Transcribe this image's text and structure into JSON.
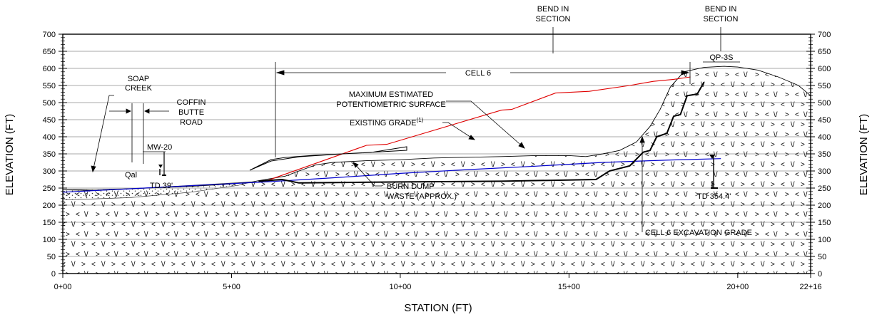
{
  "colors": {
    "background": "#ffffff",
    "grid": "#555555",
    "excavation_grade": "#000000",
    "potentiometric_surface": "#0000cc",
    "max_estimated_potentiometric_surface": "#e00000",
    "bedrock_hatch": "#19c819",
    "alluvium_dots": "#333333"
  },
  "chart_data": {
    "type": "cross-section",
    "xlabel": "STATION (FT)",
    "ylabel_left": "ELEVATION (FT)",
    "ylabel_right": "ELEVATION (FT)",
    "x_range_ft": [
      0,
      2216
    ],
    "y_range_ft": [
      0,
      700
    ],
    "x_ticks": [
      {
        "value": 0,
        "label": "0+00"
      },
      {
        "value": 500,
        "label": "5+00"
      },
      {
        "value": 1000,
        "label": "10+00"
      },
      {
        "value": 1500,
        "label": "15+00"
      },
      {
        "value": 2000,
        "label": "20+00"
      },
      {
        "value": 2216,
        "label": "22+16"
      }
    ],
    "y_ticks": [
      {
        "value": 0,
        "label": "0"
      },
      {
        "value": 50,
        "label": "50"
      },
      {
        "value": 100,
        "label": "100"
      },
      {
        "value": 150,
        "label": "150"
      },
      {
        "value": 200,
        "label": "200"
      },
      {
        "value": 250,
        "label": "250"
      },
      {
        "value": 300,
        "label": "300"
      },
      {
        "value": 350,
        "label": "350"
      },
      {
        "value": 400,
        "label": "400"
      },
      {
        "value": 450,
        "label": "450"
      },
      {
        "value": 500,
        "label": "500"
      },
      {
        "value": 550,
        "label": "550"
      },
      {
        "value": 600,
        "label": "600"
      },
      {
        "value": 650,
        "label": "650"
      },
      {
        "value": 700,
        "label": "700"
      }
    ],
    "grid": true,
    "series": [
      {
        "key": "existing_grade",
        "points": [
          [
            0,
            245
          ],
          [
            100,
            243
          ],
          [
            200,
            248
          ],
          [
            300,
            252
          ],
          [
            400,
            256
          ],
          [
            500,
            262
          ],
          [
            560,
            268
          ],
          [
            600,
            275
          ],
          [
            660,
            285
          ],
          [
            700,
            300
          ],
          [
            750,
            318
          ],
          [
            800,
            325
          ],
          [
            900,
            330
          ],
          [
            1000,
            333
          ],
          [
            1100,
            338
          ],
          [
            1200,
            340
          ],
          [
            1300,
            342
          ],
          [
            1400,
            345
          ],
          [
            1500,
            345
          ],
          [
            1550,
            342
          ],
          [
            1600,
            350
          ],
          [
            1650,
            360
          ],
          [
            1700,
            385
          ],
          [
            1740,
            430
          ],
          [
            1770,
            480
          ],
          [
            1800,
            545
          ],
          [
            1840,
            590
          ],
          [
            1900,
            603
          ],
          [
            1960,
            606
          ],
          [
            2000,
            604
          ],
          [
            2060,
            595
          ],
          [
            2120,
            575
          ],
          [
            2180,
            550
          ],
          [
            2216,
            520
          ]
        ]
      },
      {
        "key": "max_estimated_potentiometric_surface",
        "points": [
          [
            600,
            270
          ],
          [
            900,
            375
          ],
          [
            960,
            378
          ],
          [
            1300,
            478
          ],
          [
            1330,
            480
          ],
          [
            1460,
            528
          ],
          [
            1560,
            533
          ],
          [
            1680,
            550
          ],
          [
            1750,
            562
          ],
          [
            1810,
            568
          ],
          [
            1860,
            575
          ]
        ]
      },
      {
        "key": "potentiometric_surface",
        "points": [
          [
            0,
            238
          ],
          [
            200,
            248
          ],
          [
            400,
            258
          ],
          [
            600,
            268
          ],
          [
            800,
            280
          ],
          [
            1000,
            293
          ],
          [
            1200,
            304
          ],
          [
            1400,
            314
          ],
          [
            1600,
            325
          ],
          [
            1800,
            332
          ],
          [
            1950,
            336
          ]
        ]
      },
      {
        "key": "cell6_excavation_grade",
        "points": [
          [
            580,
            270
          ],
          [
            650,
            275
          ],
          [
            700,
            265
          ],
          [
            1000,
            268
          ],
          [
            1300,
            270
          ],
          [
            1580,
            275
          ],
          [
            1620,
            300
          ],
          [
            1680,
            315
          ],
          [
            1720,
            355
          ],
          [
            1740,
            360
          ],
          [
            1760,
            400
          ],
          [
            1790,
            410
          ],
          [
            1810,
            460
          ],
          [
            1830,
            465
          ],
          [
            1850,
            520
          ],
          [
            1880,
            525
          ],
          [
            1900,
            560
          ]
        ]
      }
    ],
    "labels": {
      "bend_1": [
        "BEND IN",
        "SECTION"
      ],
      "bend_2": [
        "BEND IN",
        "SECTION"
      ],
      "soap_creek": [
        "SOAP",
        "CREEK"
      ],
      "coffin_butte_road": [
        "COFFIN",
        "BUTTE",
        "ROAD"
      ],
      "mw20": "MW-20",
      "td39": "TD 39'",
      "qal": "Qal",
      "cell6": "CELL 6",
      "max_est": [
        "MAXIMUM ESTIMATED",
        "POTENTIOMETRIC SURFACE"
      ],
      "existing_grade": "EXISTING GRADE",
      "existing_grade_sup": "(1)",
      "burn_dump": [
        "BURN DUMP",
        "WASTE (APPROX.)"
      ],
      "qp3s": "QP-3S",
      "td354": "TD 354.4'",
      "cell6_exc": "CELL 6 EXCAVATION GRADE"
    }
  }
}
